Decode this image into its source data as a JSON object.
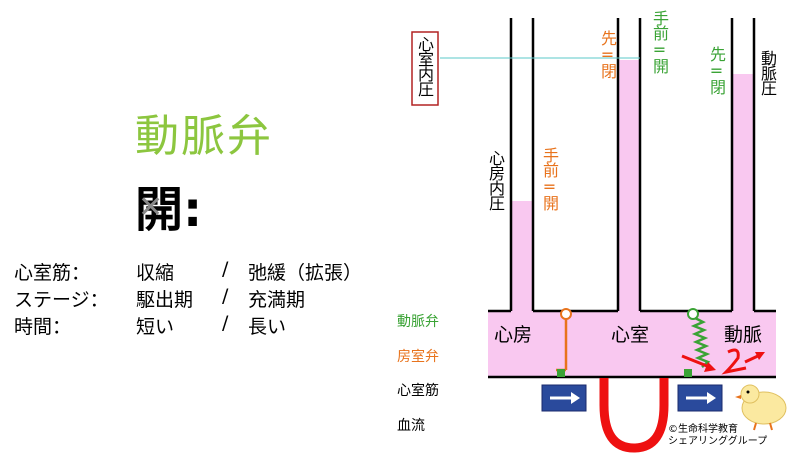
{
  "heading": {
    "title": "動脈弁",
    "state": "開:"
  },
  "rows": [
    {
      "label": "心室筋：",
      "a": "収縮",
      "sep": "/",
      "b": "弛緩（拡張）"
    },
    {
      "label": "ステージ：",
      "a": "駆出期",
      "sep": "/",
      "b": "充満期"
    },
    {
      "label": "時間：",
      "a": "短い",
      "sep": "/",
      "b": "長い"
    }
  ],
  "diagram": {
    "chambers": {
      "atrium": "心房",
      "ventricle": "心室",
      "artery": "動脈"
    },
    "pressure_labels": {
      "ventricular": "心室内圧",
      "atrial": "心房内圧",
      "arterial": "動脈圧"
    },
    "valve_notes": {
      "av_open": "手前=開",
      "pre_closed_left": "先=閉",
      "front_open_green": "手前=開",
      "pre_closed_right": "先=閉"
    },
    "fill_levels": {
      "atrium": 0.58,
      "ventricle": 0.83,
      "artery": 0.81
    },
    "colors": {
      "blood": "#f9c8f0",
      "aortic_valve": "#3aa335",
      "av_valve": "#e8731c",
      "muscle": "#ee1111",
      "flow_box": "#2a4a9c",
      "pressure_line": "#5bc8c8"
    }
  },
  "legend": {
    "aortic_valve": "動脈弁",
    "av_valve": "房室弁",
    "muscle": "心室筋",
    "flow": "血流"
  },
  "credit": {
    "line1": "©生命科学教育",
    "line2": "シェアリンググループ"
  }
}
